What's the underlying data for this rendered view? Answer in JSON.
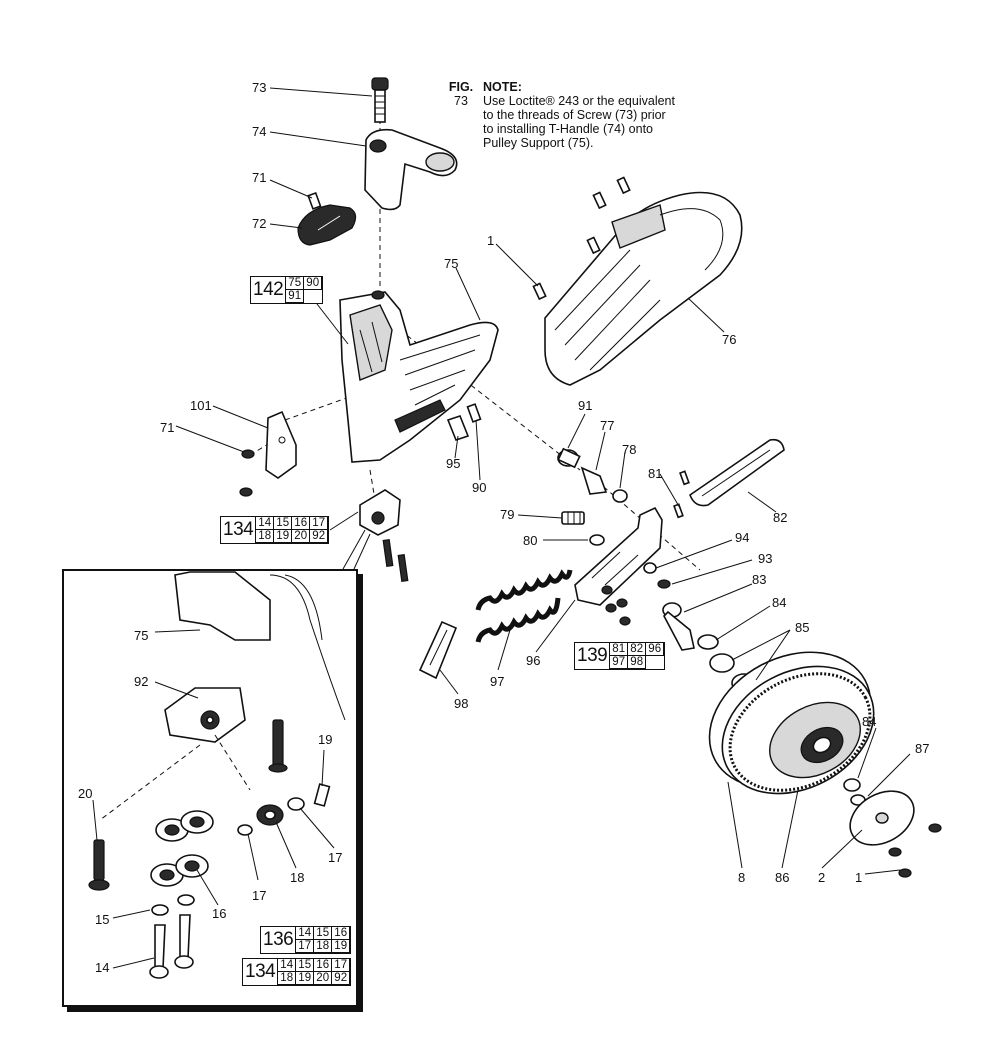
{
  "note": {
    "fig_word": "FIG.",
    "fig_number": "73",
    "title": "NOTE:",
    "line1": "Use Loctite® 243 or the equivalent",
    "line2": "to the threads of Screw (73) prior",
    "line3": "to installing T-Handle (74) onto",
    "line4": "Pulley Support (75)."
  },
  "callouts": {
    "c73": "73",
    "c74": "74",
    "c71a": "71",
    "c72": "72",
    "c1a": "1",
    "c75": "75",
    "c76": "76",
    "c101": "101",
    "c71b": "71",
    "c91": "91",
    "c77": "77",
    "c78": "78",
    "c95": "95",
    "c90": "90",
    "c81": "81",
    "c82": "82",
    "c79": "79",
    "c80": "80",
    "c94": "94",
    "c93": "93",
    "c83": "83",
    "c84a": "84",
    "c85": "85",
    "c96": "96",
    "c97": "97",
    "c98": "98",
    "c84b": "84",
    "c87": "87",
    "c8": "8",
    "c86": "86",
    "c2": "2",
    "c1b": "1",
    "i75": "75",
    "i92": "92",
    "i19": "19",
    "i20": "20",
    "i17a": "17",
    "i18": "18",
    "i17b": "17",
    "i15": "15",
    "i16": "16",
    "i14": "14"
  },
  "kits": {
    "k142": {
      "number": "142",
      "parts": [
        "75",
        "90",
        "91"
      ]
    },
    "k134a": {
      "number": "134",
      "parts": [
        "14",
        "15",
        "16",
        "17",
        "18",
        "19",
        "20",
        "92"
      ]
    },
    "k139": {
      "number": "139",
      "parts": [
        "81",
        "82",
        "96",
        "97",
        "98"
      ]
    },
    "k136": {
      "number": "136",
      "parts": [
        "14",
        "15",
        "16",
        "17",
        "18",
        "19"
      ]
    },
    "k134b": {
      "number": "134",
      "parts": [
        "14",
        "15",
        "16",
        "17",
        "18",
        "19",
        "20",
        "92"
      ]
    }
  }
}
